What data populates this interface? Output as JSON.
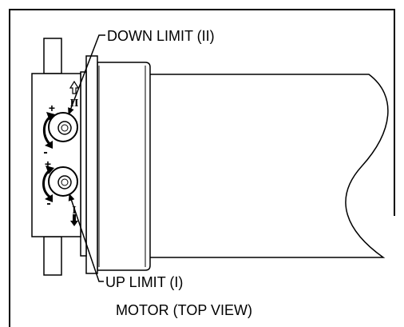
{
  "labels": {
    "down_limit": "DOWN LIMIT (II)",
    "up_limit": "UP LIMIT (I)",
    "caption": "MOTOR (TOP VIEW)"
  },
  "markings": {
    "numeral_two": "II",
    "numeral_one": "I",
    "plus": "+",
    "minus": "-"
  },
  "colors": {
    "line": "#000000",
    "background": "#ffffff"
  }
}
